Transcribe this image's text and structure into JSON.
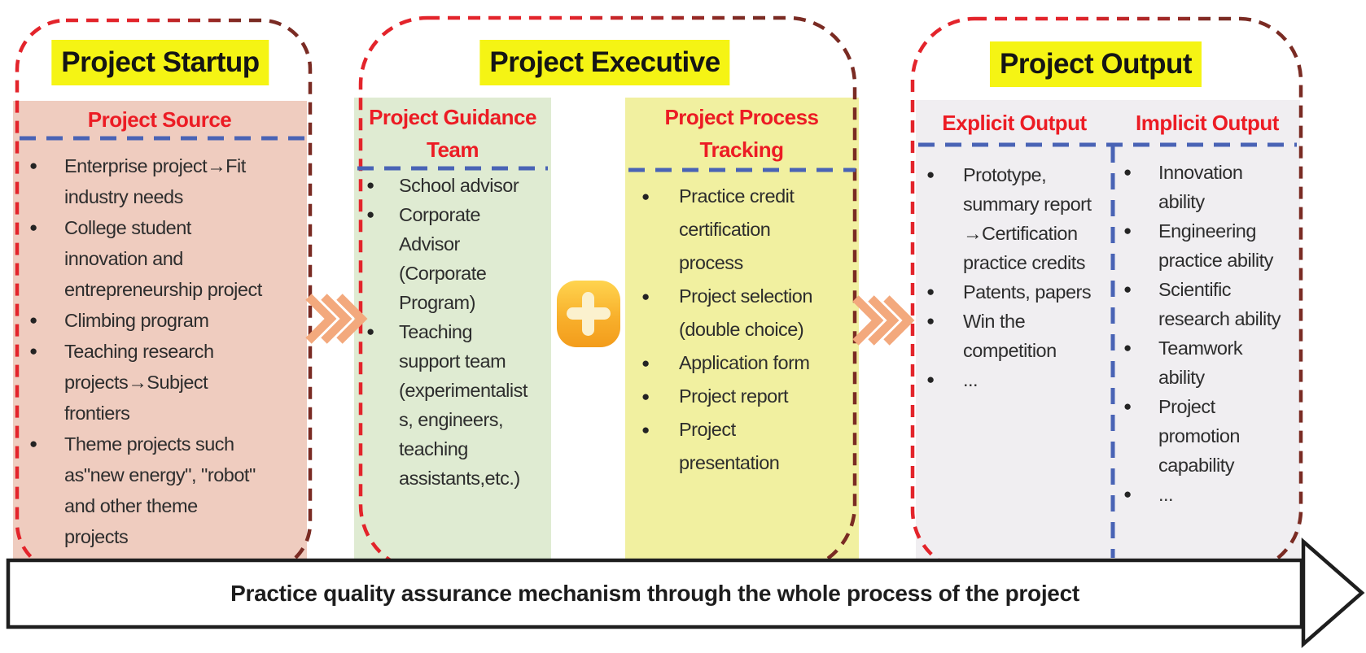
{
  "figure": {
    "type": "process-flow-diagram",
    "description": "Three-stage project practice process with quality assurance banner"
  },
  "boxes": [
    {
      "title": "Project Startup",
      "panels": [
        {
          "heading": "Project Source",
          "items": [
            "Enterprise project→Fit\nindustry needs",
            "College student\ninnovation and\nentrepreneurship project",
            "Climbing program",
            "Teaching research\nprojects→Subject\nfrontiers",
            "Theme projects such\nas\"new energy\", \"robot\"\nand other theme\nprojects"
          ]
        }
      ]
    },
    {
      "title": "Project Executive",
      "panels": [
        {
          "heading": "Project Guidance\nTeam",
          "items": [
            "School advisor",
            "Corporate\nAdvisor\n(Corporate\nProgram)",
            "Teaching\nsupport team\n(experimentalist\ns, engineers,\nteaching\nassistants,etc.)"
          ]
        },
        {
          "heading": "Project Process\nTracking",
          "items": [
            "Practice credit\ncertification\nprocess",
            "Project selection\n(double choice)",
            "Application form",
            "Project report",
            "Project\npresentation"
          ]
        }
      ]
    },
    {
      "title": "Project Output",
      "panels": [
        {
          "heading": "Explicit Output",
          "items": [
            "Prototype,\nsummary report\n→Certification\npractice credits",
            "Patents, papers",
            "Win the\ncompetition",
            "..."
          ]
        },
        {
          "heading": "Implicit Output",
          "items": [
            "Innovation\nability",
            "Engineering\npractice ability",
            "Scientific\nresearch ability",
            "Teamwork\nability",
            "Project\npromotion\ncapability",
            "..."
          ]
        }
      ]
    }
  ],
  "banner": {
    "label": "Practice quality assurance mechanism through the whole process of the project"
  },
  "icons": {
    "bullet": "●",
    "chevron": "chevron-right-icon",
    "plus": "plus-icon",
    "arrow_banner": "right-arrow-banner"
  },
  "colors": {
    "startup_fill": "#efccbf",
    "guidance_fill": "#dfebd2",
    "tracking_fill": "#f1f0a0",
    "output_fill": "#f0eef1",
    "title_highlight": "#f5f414",
    "heading_red": "#ec1c24",
    "dash_red": "#e3242b",
    "dash_maroon": "#7a2b23",
    "dash_blue": "#4963b5",
    "chevron_orange": "#f3a97d",
    "plus_gradient_top": "#ffd44f",
    "plus_gradient_bottom": "#f39c1b",
    "banner_border": "#1e1e1e",
    "body_text": "#2d2d2d"
  }
}
